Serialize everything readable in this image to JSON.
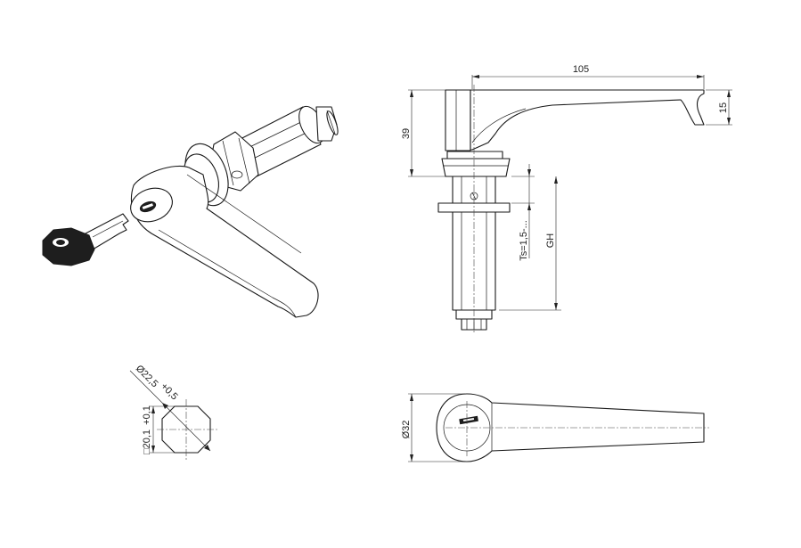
{
  "dimensions": {
    "lever_length": "105",
    "height": "39",
    "lever_end": "15",
    "clamping": "Ts=1,5-...",
    "gh": "GH",
    "diameter_bottom": "Ø32",
    "diameter_cam": "Ø22,5",
    "diameter_cam_tol": "+0,5",
    "square": "□20,1",
    "square_tol": "+0,1"
  }
}
